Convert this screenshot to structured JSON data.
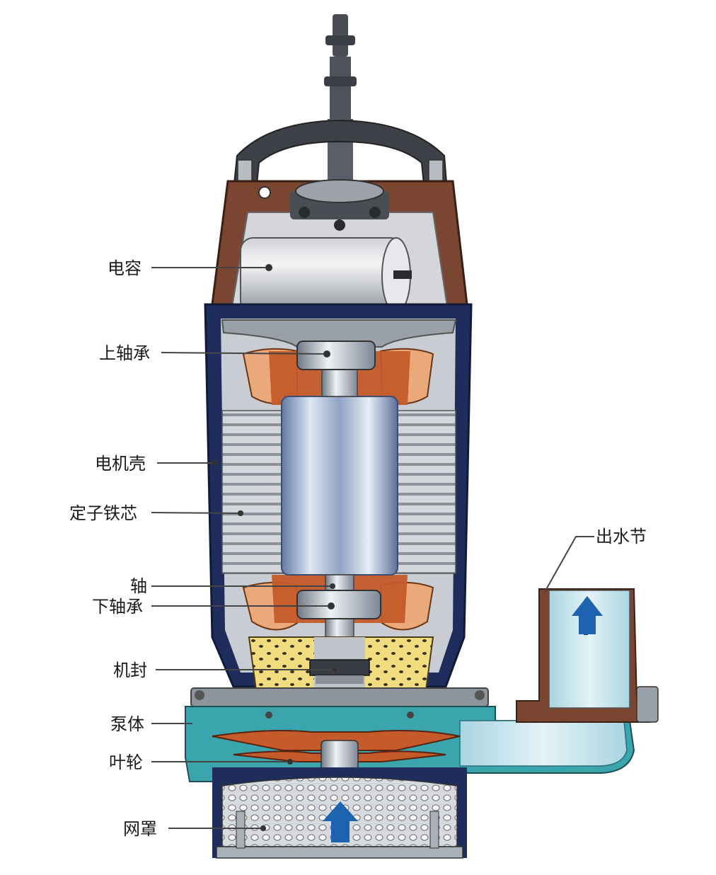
{
  "labels": {
    "capacitor": "电容",
    "upper_bearing": "上轴承",
    "motor_housing": "电机壳",
    "stator_core": "定子铁芯",
    "shaft": "轴",
    "lower_bearing": "下轴承",
    "mechanical_seal": "机封",
    "pump_body": "泵体",
    "impeller": "叶轮",
    "mesh_cover": "网罩",
    "outlet_section": "出水节"
  },
  "colors": {
    "motor_shell": "#1e2d5c",
    "upper_cover": "#7a4632",
    "stator_laminations": "#c9ccd2",
    "winding": "#e9a97b",
    "winding_core": "#c55a2a",
    "rotor": "#a9bcd6",
    "pump_body": "#3aa5ad",
    "seal_chamber": "#f2dc80",
    "flow_arrow": "#1d63b0",
    "outlet_water": "#cfe6ee"
  },
  "icons": [
    "flow-arrow-up-icon",
    "flow-arrow-up-icon"
  ]
}
